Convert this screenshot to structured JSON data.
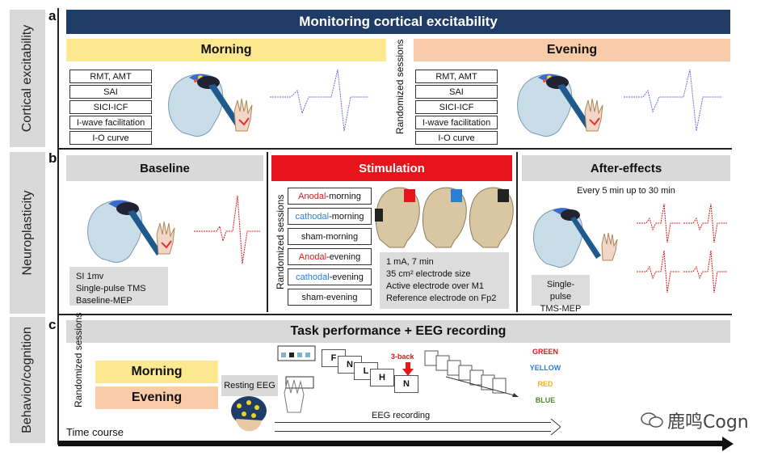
{
  "side_labels": {
    "a": "Cortical excitability",
    "b": "Neuroplasticity",
    "c": "Behavior/cognition"
  },
  "panel_letters": {
    "a": "a",
    "b": "b",
    "c": "c"
  },
  "panel_a": {
    "title": "Monitoring cortical excitability",
    "morning": "Morning",
    "evening": "Evening",
    "randomized": "Randomized sessions",
    "measures": [
      "RMT, AMT",
      "SAI",
      "SICI-ICF",
      "I-wave facilitation",
      "I-O curve"
    ]
  },
  "panel_b": {
    "baseline_title": "Baseline",
    "stimulation_title": "Stimulation",
    "aftereffects_title": "After-effects",
    "randomized": "Randomized sessions",
    "baseline_info": [
      "SI 1mv",
      "Single-pulse TMS",
      "Baseline-MEP"
    ],
    "sessions": [
      {
        "pre": "Anodal",
        "post": "-morning",
        "color": "#e0191c"
      },
      {
        "pre": "cathodal",
        "post": "-morning",
        "color": "#2a7fd4"
      },
      {
        "pre": "",
        "post": "sham-morning",
        "color": "#111111"
      },
      {
        "pre": "Anodal",
        "post": "-evening",
        "color": "#e0191c"
      },
      {
        "pre": "cathodal",
        "post": "-evening",
        "color": "#2a7fd4"
      },
      {
        "pre": "",
        "post": "sham-evening",
        "color": "#111111"
      }
    ],
    "stim_info": [
      "1 mA, 7 min",
      "35 cm² electrode size",
      "Active electrode over M1",
      "Reference electrode on Fp2"
    ],
    "every": "Every 5 min up to 30 min",
    "after_info": [
      "Single-pulse",
      "TMS-MEP"
    ]
  },
  "panel_c": {
    "title": "Task performance + EEG recording",
    "randomized": "Randomized sessions",
    "morning": "Morning",
    "evening": "Evening",
    "resting": "Resting EEG",
    "nback_letters": [
      "F",
      "N",
      "L",
      "H",
      "N"
    ],
    "nback_label": "3-back",
    "stroop": [
      {
        "word": "GREEN",
        "color": "#e0191c"
      },
      {
        "word": "YELLOW",
        "color": "#2a7fd4"
      },
      {
        "word": "RED",
        "color": "#f2b01e"
      },
      {
        "word": "BLUE",
        "color": "#4f8a2b"
      }
    ],
    "eeg_recording": "EEG recording",
    "time_course": "Time course",
    "watermark": "鹿鸣Cogn"
  },
  "colors": {
    "navy": "#1f3c66",
    "morning": "#fbe88f",
    "evening": "#f9cba8",
    "stim_red": "#e8141c",
    "grey": "#d9d9d9"
  }
}
